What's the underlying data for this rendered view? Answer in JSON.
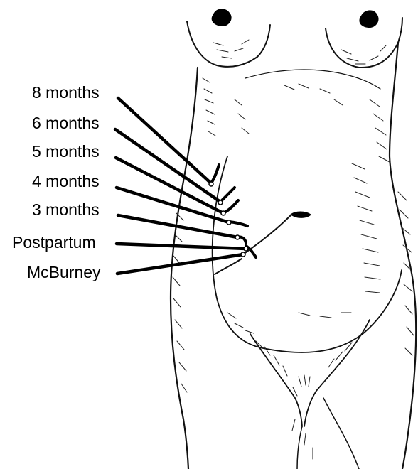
{
  "labels": {
    "m8": "8 months",
    "m6": "6 months",
    "m5": "5 months",
    "m4": "4 months",
    "m3": "3 months",
    "postpartum": "Postpartum",
    "mcburney": "McBurney"
  },
  "colors": {
    "ink": "#000000",
    "background": "#ffffff"
  }
}
